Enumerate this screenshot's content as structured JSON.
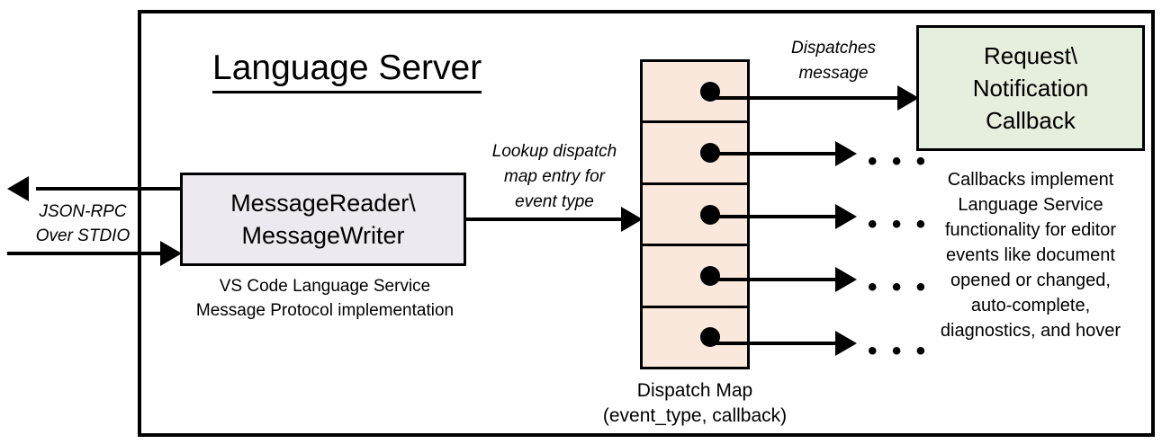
{
  "diagram": {
    "title": "Language Server",
    "outer_border_color": "#000000",
    "background": "#ffffff"
  },
  "left_channel": {
    "label_line1": "JSON-RPC",
    "label_line2": "Over STDIO",
    "outbound_arrow": "arrow-left",
    "inbound_arrow": "arrow-right"
  },
  "reader_writer": {
    "title_line1": "MessageReader\\",
    "title_line2": "MessageWriter",
    "caption_line1": "VS Code Language Service",
    "caption_line2": "Message Protocol implementation",
    "fill": "#ece9f1"
  },
  "lookup_edge": {
    "label_line1": "Lookup dispatch",
    "label_line2": "map entry for",
    "label_line3": "event type"
  },
  "dispatch_map": {
    "fill": "#fbe8dc",
    "cell_count": 5,
    "caption_line1": "Dispatch Map",
    "caption_line2": "(event_type, callback)",
    "cells": [
      {
        "dot": "entry-dot"
      },
      {
        "dot": "entry-dot"
      },
      {
        "dot": "entry-dot"
      },
      {
        "dot": "entry-dot"
      },
      {
        "dot": "entry-dot"
      }
    ]
  },
  "dispatch_edge": {
    "label_line1": "Dispatches",
    "label_line2": "message"
  },
  "callback": {
    "title_line1": "Request\\",
    "title_line2": "Notification",
    "title_line3": "Callback",
    "fill": "#e6eedd",
    "caption_line1": "Callbacks implement",
    "caption_line2": "Language Service",
    "caption_line3": "functionality for editor",
    "caption_line4": "events like document",
    "caption_line5": "opened or changed,",
    "caption_line6": "auto-complete,",
    "caption_line7": "diagnostics, and hover"
  },
  "ellipses": {
    "glyph": "• • •"
  }
}
